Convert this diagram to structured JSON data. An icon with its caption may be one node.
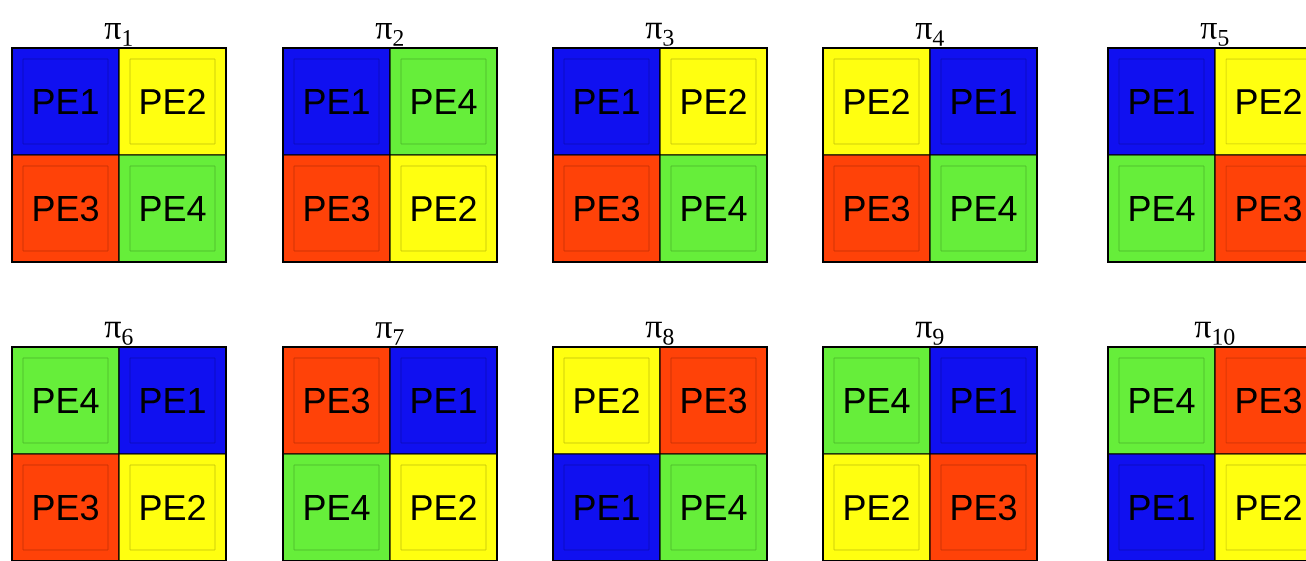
{
  "diagram": {
    "nodes": [
      {
        "text": [
          "π$_{1}$"
        ]
      },
      {
        "text": [
          "PE1"
        ],
        "in": 0
      },
      {
        "text": [
          "PE2"
        ],
        "in": 0
      },
      {
        "text": [
          "PE3"
        ],
        "in": 0
      },
      {
        "text": [
          "PE4"
        ],
        "in": 0
      },
      {
        "text": [
          "π$_{2}$"
        ]
      },
      {
        "text": [
          "PE1"
        ],
        "in": 5
      },
      {
        "text": [
          "PE4"
        ],
        "in": 5
      },
      {
        "text": [
          "PE3"
        ],
        "in": 5
      },
      {
        "text": [
          "PE2"
        ],
        "in": 5
      },
      {
        "text": [
          "π$_{3}$"
        ]
      },
      {
        "text": [
          "PE1"
        ],
        "in": 10
      },
      {
        "text": [
          "PE2"
        ],
        "in": 10
      },
      {
        "text": [
          "PE3"
        ],
        "in": 10
      },
      {
        "text": [
          "PE4"
        ],
        "in": 10
      },
      {
        "text": [
          "π$_{4}$"
        ]
      },
      {
        "text": [
          "PE2"
        ],
        "in": 15
      },
      {
        "text": [
          "PE1"
        ],
        "in": 15
      },
      {
        "text": [
          "PE3"
        ],
        "in": 15
      },
      {
        "text": [
          "PE4"
        ],
        "in": 15
      },
      {
        "text": [
          "π$_{5}$"
        ]
      },
      {
        "text": [
          "PE1"
        ],
        "in": 20
      },
      {
        "text": [
          "PE2"
        ],
        "in": 20
      },
      {
        "text": [
          "PE4"
        ],
        "in": 20
      },
      {
        "text": [
          "PE3"
        ],
        "in": 20
      },
      {
        "text": [
          "π$_{6}$"
        ]
      },
      {
        "text": [
          "PE4"
        ],
        "in": 25
      },
      {
        "text": [
          "PE1"
        ],
        "in": 25
      },
      {
        "text": [
          "PE3"
        ],
        "in": 25
      },
      {
        "text": [
          "PE2"
        ],
        "in": 25
      },
      {
        "text": [
          "π$_{7}$"
        ]
      },
      {
        "text": [
          "PE3"
        ],
        "in": 30
      },
      {
        "text": [
          "PE1"
        ],
        "in": 30
      },
      {
        "text": [
          "PE4"
        ],
        "in": 30
      },
      {
        "text": [
          "PE2"
        ],
        "in": 30
      },
      {
        "text": [
          "π$_{8}$"
        ]
      },
      {
        "text": [
          "PE2"
        ],
        "in": 35
      },
      {
        "text": [
          "PE3"
        ],
        "in": 35
      },
      {
        "text": [
          "PE1"
        ],
        "in": 35
      },
      {
        "text": [
          "PE4"
        ],
        "in": 35
      },
      {
        "text": [
          "π$_{9}$"
        ]
      },
      {
        "text": [
          "PE4"
        ],
        "in": 40
      },
      {
        "text": [
          "PE1"
        ],
        "in": 40
      },
      {
        "text": [
          "PE2"
        ],
        "in": 40
      },
      {
        "text": [
          "PE3"
        ],
        "in": 40
      },
      {
        "text": [
          "π$_{10}$"
        ]
      },
      {
        "text": [
          "PE4"
        ],
        "in": 45
      },
      {
        "text": [
          "PE3"
        ],
        "in": 45
      },
      {
        "text": [
          "PE1"
        ],
        "in": 45
      },
      {
        "text": [
          "PE2"
        ],
        "in": 45
      }
    ]
  }
}
